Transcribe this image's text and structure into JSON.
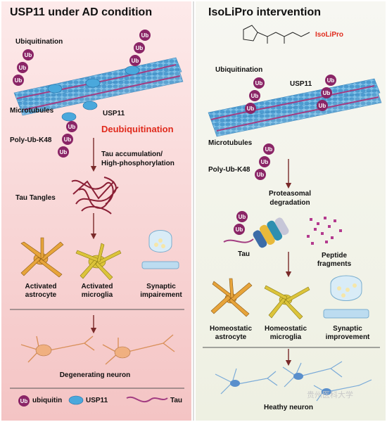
{
  "left": {
    "title": "USP11 under AD condition",
    "ubiquitination": "Ubiquitination",
    "microtubules": "Microtubules",
    "usp11": "USP11",
    "deubiquitination": "Deubiquitination",
    "poly_ub": "Poly-Ub-K48",
    "tau_accumulation": "Tau accumulation/",
    "high_phosphorylation": "High-phosphorylation",
    "tau_tangles": "Tau Tangles",
    "activated": "Activated",
    "astrocyte": "astrocyte",
    "microglia": "microglia",
    "synaptic": "Synaptic",
    "impairement": "impairement",
    "degenerating_neuron": "Degenerating neuron"
  },
  "right": {
    "title": "IsoLiPro intervention",
    "isolipro": "IsoLiPro",
    "ubiquitination": "Ubiquitination",
    "usp11": "USP11",
    "microtubules": "Microtubules",
    "poly_ub": "Poly-Ub-K48",
    "proteasomal": "Proteasomal",
    "degradation": "degradation",
    "tau": "Tau",
    "peptide": "Peptide",
    "fragments": "fragments",
    "homeostatic": "Homeostatic",
    "astrocyte": "astrocyte",
    "microglia": "microglia",
    "synaptic": "Synaptic",
    "improvement": "improvement",
    "healthy_neuron": "Heathy neuron",
    "watermark": "贵州医科大学"
  },
  "legend": {
    "ub_symbol": "Ub",
    "ubiquitin": "ubiquitin",
    "usp11": "USP11",
    "tau": "Tau"
  },
  "colors": {
    "left_bg_top": "#fde6e6",
    "left_bg_bottom": "#f6c7c7",
    "right_bg": "#f4f5ec",
    "ub": "#8a2566",
    "usp11": "#4aa8dc",
    "microtubule": "#5aa8d8",
    "tau": "#a33d82",
    "astrocyte": "#e7a43a",
    "microglia": "#dcc43a",
    "neuron": "#f0b080",
    "healthy_neuron": "#7aaad8",
    "accent_red": "#e02a1c"
  }
}
